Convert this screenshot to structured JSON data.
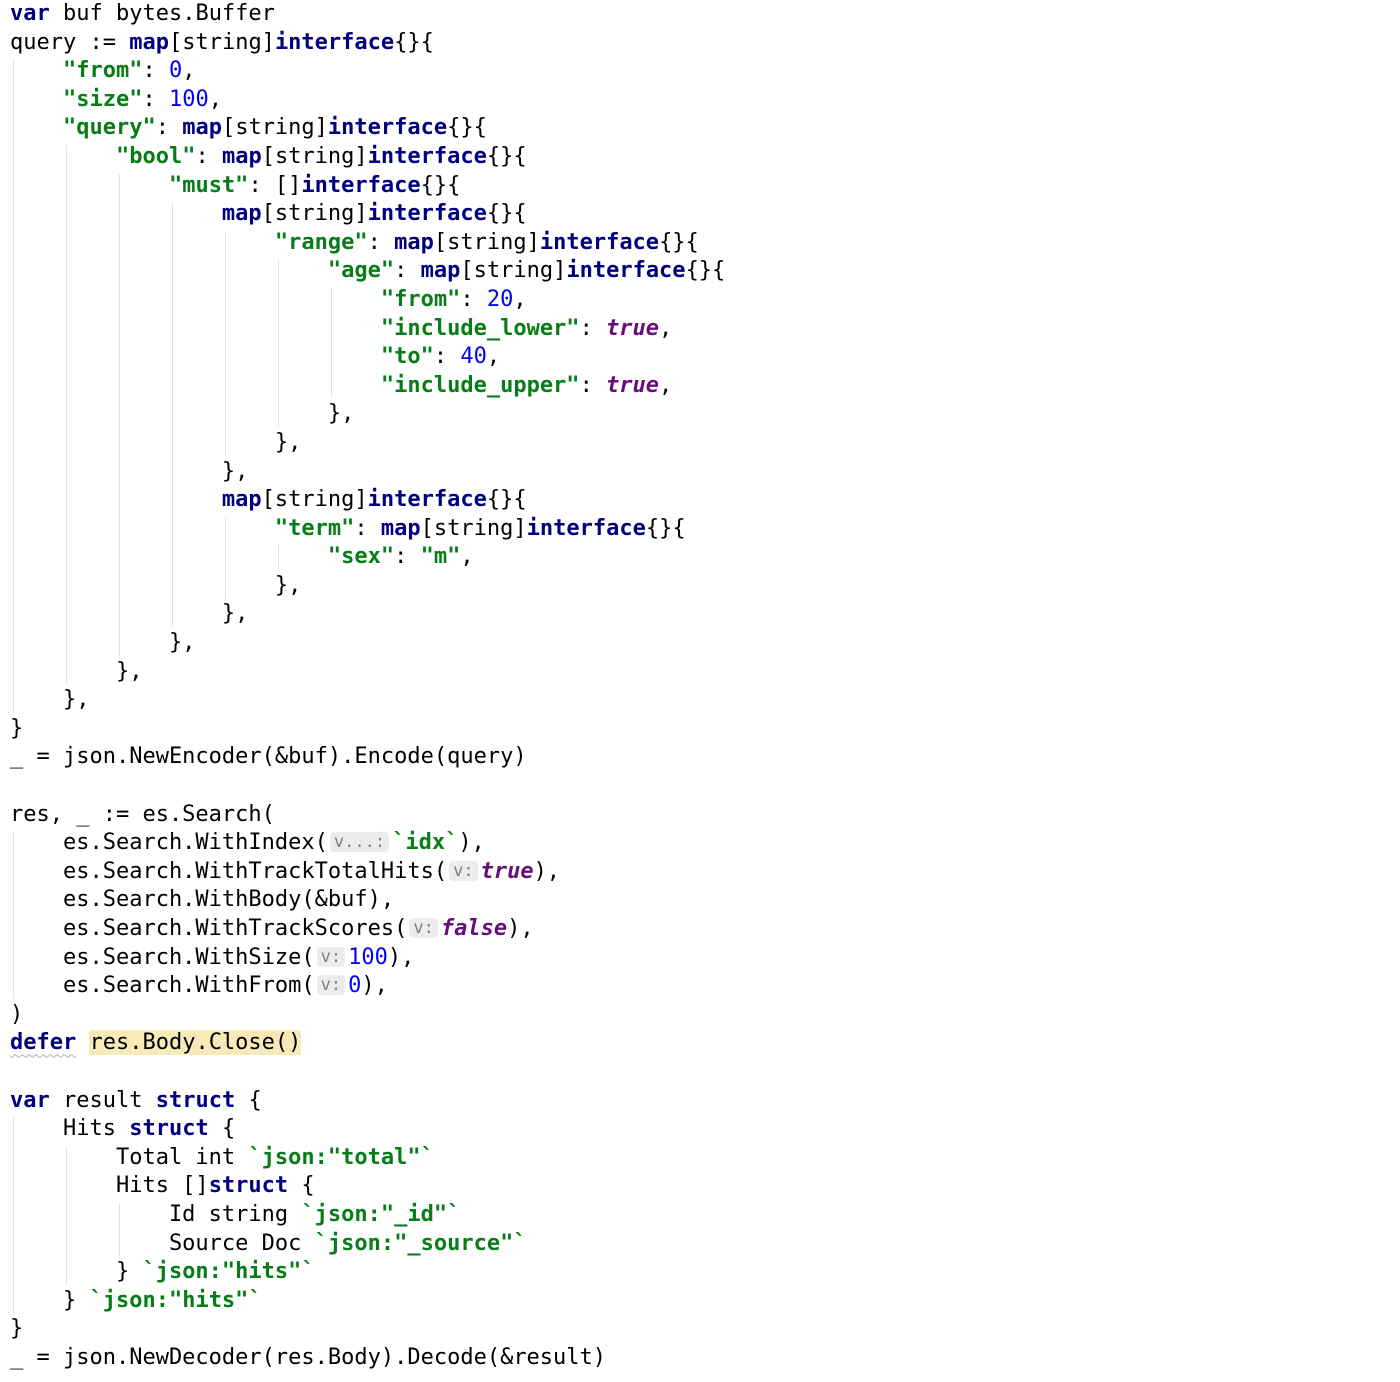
{
  "editor": {
    "language": "go",
    "lines": [
      [
        [
          "kw",
          "var"
        ],
        [
          "p",
          " buf bytes.Buffer"
        ]
      ],
      [
        [
          "p",
          "query := "
        ],
        [
          "kw",
          "map"
        ],
        [
          "p",
          "[string]"
        ],
        [
          "kw",
          "interface"
        ],
        [
          "p",
          "{}{"
        ]
      ],
      [
        [
          "p",
          "    "
        ],
        [
          "str",
          "\"from\""
        ],
        [
          "p",
          ": "
        ],
        [
          "num",
          "0"
        ],
        [
          "p",
          ","
        ]
      ],
      [
        [
          "p",
          "    "
        ],
        [
          "str",
          "\"size\""
        ],
        [
          "p",
          ": "
        ],
        [
          "num",
          "100"
        ],
        [
          "p",
          ","
        ]
      ],
      [
        [
          "p",
          "    "
        ],
        [
          "str",
          "\"query\""
        ],
        [
          "p",
          ": "
        ],
        [
          "kw",
          "map"
        ],
        [
          "p",
          "[string]"
        ],
        [
          "kw",
          "interface"
        ],
        [
          "p",
          "{}{"
        ]
      ],
      [
        [
          "p",
          "        "
        ],
        [
          "str",
          "\"bool\""
        ],
        [
          "p",
          ": "
        ],
        [
          "kw",
          "map"
        ],
        [
          "p",
          "[string]"
        ],
        [
          "kw",
          "interface"
        ],
        [
          "p",
          "{}{"
        ]
      ],
      [
        [
          "p",
          "            "
        ],
        [
          "str",
          "\"must\""
        ],
        [
          "p",
          ": []"
        ],
        [
          "kw",
          "interface"
        ],
        [
          "p",
          "{}{"
        ]
      ],
      [
        [
          "p",
          "                "
        ],
        [
          "kw",
          "map"
        ],
        [
          "p",
          "[string]"
        ],
        [
          "kw",
          "interface"
        ],
        [
          "p",
          "{}{"
        ]
      ],
      [
        [
          "p",
          "                    "
        ],
        [
          "str",
          "\"range\""
        ],
        [
          "p",
          ": "
        ],
        [
          "kw",
          "map"
        ],
        [
          "p",
          "[string]"
        ],
        [
          "kw",
          "interface"
        ],
        [
          "p",
          "{}{"
        ]
      ],
      [
        [
          "p",
          "                        "
        ],
        [
          "str",
          "\"age\""
        ],
        [
          "p",
          ": "
        ],
        [
          "kw",
          "map"
        ],
        [
          "p",
          "[string]"
        ],
        [
          "kw",
          "interface"
        ],
        [
          "p",
          "{}{"
        ]
      ],
      [
        [
          "p",
          "                            "
        ],
        [
          "str",
          "\"from\""
        ],
        [
          "p",
          ": "
        ],
        [
          "num",
          "20"
        ],
        [
          "p",
          ","
        ]
      ],
      [
        [
          "p",
          "                            "
        ],
        [
          "str",
          "\"include_lower\""
        ],
        [
          "p",
          ": "
        ],
        [
          "bool",
          "true"
        ],
        [
          "p",
          ","
        ]
      ],
      [
        [
          "p",
          "                            "
        ],
        [
          "str",
          "\"to\""
        ],
        [
          "p",
          ": "
        ],
        [
          "num",
          "40"
        ],
        [
          "p",
          ","
        ]
      ],
      [
        [
          "p",
          "                            "
        ],
        [
          "str",
          "\"include_upper\""
        ],
        [
          "p",
          ": "
        ],
        [
          "bool",
          "true"
        ],
        [
          "p",
          ","
        ]
      ],
      [
        [
          "p",
          "                        },"
        ]
      ],
      [
        [
          "p",
          "                    },"
        ]
      ],
      [
        [
          "p",
          "                },"
        ]
      ],
      [
        [
          "p",
          "                "
        ],
        [
          "kw",
          "map"
        ],
        [
          "p",
          "[string]"
        ],
        [
          "kw",
          "interface"
        ],
        [
          "p",
          "{}{"
        ]
      ],
      [
        [
          "p",
          "                    "
        ],
        [
          "str",
          "\"term\""
        ],
        [
          "p",
          ": "
        ],
        [
          "kw",
          "map"
        ],
        [
          "p",
          "[string]"
        ],
        [
          "kw",
          "interface"
        ],
        [
          "p",
          "{}{"
        ]
      ],
      [
        [
          "p",
          "                        "
        ],
        [
          "str",
          "\"sex\""
        ],
        [
          "p",
          ": "
        ],
        [
          "str",
          "\"m\""
        ],
        [
          "p",
          ","
        ]
      ],
      [
        [
          "p",
          "                    },"
        ]
      ],
      [
        [
          "p",
          "                },"
        ]
      ],
      [
        [
          "p",
          "            },"
        ]
      ],
      [
        [
          "p",
          "        },"
        ]
      ],
      [
        [
          "p",
          "    },"
        ]
      ],
      [
        [
          "p",
          "}"
        ]
      ],
      [
        [
          "p",
          "_ = json.NewEncoder(&buf).Encode(query)"
        ]
      ],
      [],
      [
        [
          "p",
          "res, _ := es.Search("
        ]
      ],
      [
        [
          "p",
          "    es.Search.WithIndex("
        ],
        [
          "hint",
          "v...:"
        ],
        [
          "str",
          "`idx`"
        ],
        [
          "p",
          "),"
        ]
      ],
      [
        [
          "p",
          "    es.Search.WithTrackTotalHits("
        ],
        [
          "hint",
          "v:"
        ],
        [
          "bool",
          "true"
        ],
        [
          "p",
          "),"
        ]
      ],
      [
        [
          "p",
          "    es.Search.WithBody(&buf),"
        ]
      ],
      [
        [
          "p",
          "    es.Search.WithTrackScores("
        ],
        [
          "hint",
          "v:"
        ],
        [
          "bool",
          "false"
        ],
        [
          "p",
          "),"
        ]
      ],
      [
        [
          "p",
          "    es.Search.WithSize("
        ],
        [
          "hint",
          "v:"
        ],
        [
          "num",
          "100"
        ],
        [
          "p",
          "),"
        ]
      ],
      [
        [
          "p",
          "    es.Search.WithFrom("
        ],
        [
          "hint",
          "v:"
        ],
        [
          "num",
          "0"
        ],
        [
          "p",
          "),"
        ]
      ],
      [
        [
          "p",
          ")"
        ]
      ],
      [
        [
          "kwsq",
          "defer"
        ],
        [
          "p",
          " "
        ],
        [
          "hl",
          "res.Body.Close()"
        ]
      ],
      [],
      [
        [
          "kw",
          "var"
        ],
        [
          "p",
          " result "
        ],
        [
          "kw",
          "struct"
        ],
        [
          "p",
          " {"
        ]
      ],
      [
        [
          "p",
          "    Hits "
        ],
        [
          "kw",
          "struct"
        ],
        [
          "p",
          " {"
        ]
      ],
      [
        [
          "p",
          "        Total int "
        ],
        [
          "str",
          "`json:\"total\"`"
        ]
      ],
      [
        [
          "p",
          "        Hits []"
        ],
        [
          "kw",
          "struct"
        ],
        [
          "p",
          " {"
        ]
      ],
      [
        [
          "p",
          "            Id string "
        ],
        [
          "str",
          "`json:\"_id\"`"
        ]
      ],
      [
        [
          "p",
          "            Source Doc "
        ],
        [
          "str",
          "`json:\"_source\"`"
        ]
      ],
      [
        [
          "p",
          "        } "
        ],
        [
          "str",
          "`json:\"hits\"`"
        ]
      ],
      [
        [
          "p",
          "    } "
        ],
        [
          "str",
          "`json:\"hits\"`"
        ]
      ],
      [
        [
          "p",
          "}"
        ]
      ],
      [
        [
          "p",
          "_ = json.NewDecoder(res.Body).Decode(&result)"
        ]
      ]
    ],
    "guides": [
      {
        "col": 0,
        "from": 2,
        "to": 24
      },
      {
        "col": 4,
        "from": 5,
        "to": 23
      },
      {
        "col": 8,
        "from": 6,
        "to": 22
      },
      {
        "col": 12,
        "from": 7,
        "to": 21
      },
      {
        "col": 16,
        "from": 8,
        "to": 15
      },
      {
        "col": 20,
        "from": 9,
        "to": 14
      },
      {
        "col": 24,
        "from": 10,
        "to": 13
      },
      {
        "col": 16,
        "from": 18,
        "to": 20
      },
      {
        "col": 20,
        "from": 19,
        "to": 19
      },
      {
        "col": 0,
        "from": 29,
        "to": 34
      },
      {
        "col": 0,
        "from": 39,
        "to": 45
      },
      {
        "col": 4,
        "from": 40,
        "to": 44
      },
      {
        "col": 8,
        "from": 42,
        "to": 43
      }
    ]
  }
}
